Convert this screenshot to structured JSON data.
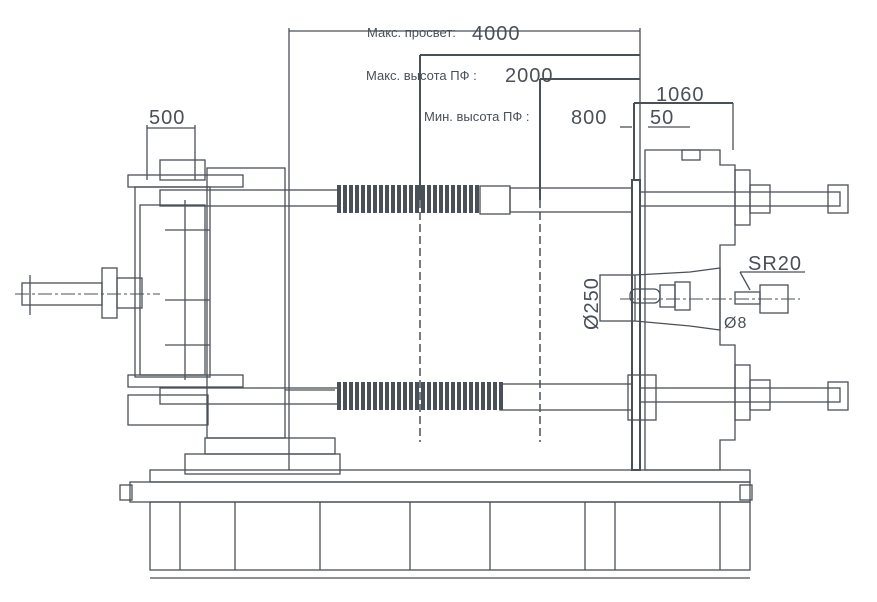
{
  "dimensions": {
    "max_clearance": {
      "label": "Макс. просвет:",
      "value": "4000"
    },
    "max_mold_height": {
      "label": "Макс. высота ПФ :",
      "value": "2000"
    },
    "min_mold_height": {
      "label": "Мин. высота ПФ :",
      "value": "800"
    },
    "right_width": "1060",
    "offset": "50",
    "left_stroke": "500",
    "diameter": "Ø250",
    "sphere_radius": "SR20",
    "nozzle_diameter": "Ø8"
  },
  "colors": {
    "line": "#4a5058",
    "background": "#ffffff"
  }
}
